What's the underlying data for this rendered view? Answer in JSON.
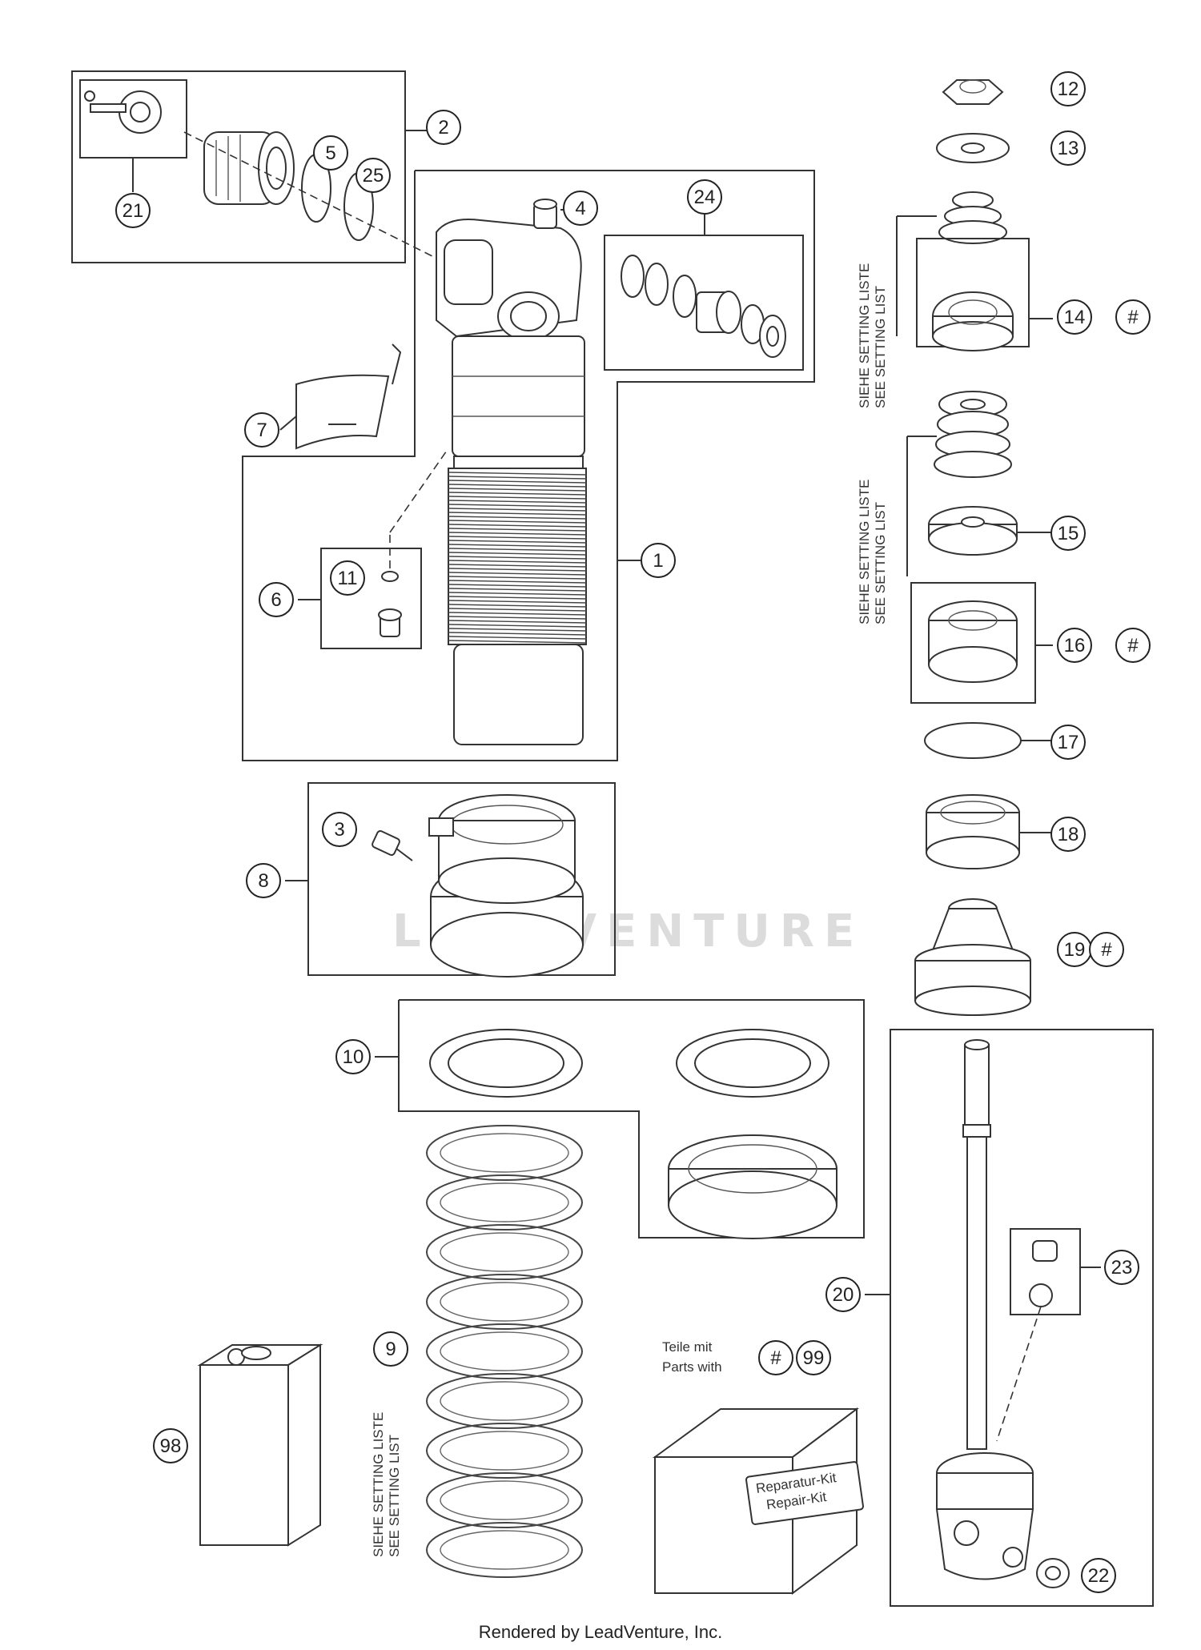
{
  "callouts": {
    "c1": "1",
    "c2": "2",
    "c3": "3",
    "c4": "4",
    "c5": "5",
    "c6": "6",
    "c7": "7",
    "c8": "8",
    "c9": "9",
    "c10": "10",
    "c11": "11",
    "c12": "12",
    "c13": "13",
    "c14": "14",
    "c15": "15",
    "c16": "16",
    "c17": "17",
    "c18": "18",
    "c19": "19",
    "c20": "20",
    "c21": "21",
    "c22": "22",
    "c23": "23",
    "c24": "24",
    "c25": "25",
    "c98": "98",
    "c99": "99",
    "hash": "#"
  },
  "setting_note": {
    "de": "SIEHE SETTING LISTE",
    "en": "SEE SETTING LIST"
  },
  "parts_note": {
    "line1": "Teile mit",
    "line2": "Parts with"
  },
  "repair_kit": {
    "de": "Reparatur-Kit",
    "en": "Repair-Kit"
  },
  "watermark": "LEADVENTURE",
  "footer": "Rendered by LeadVenture, Inc."
}
